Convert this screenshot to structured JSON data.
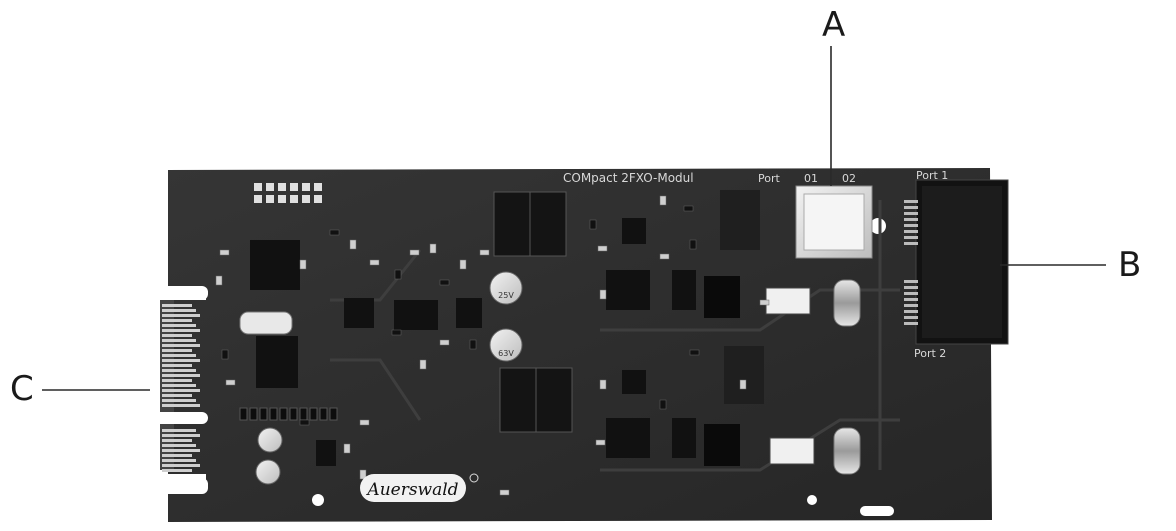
{
  "callouts": {
    "a": "A",
    "b": "B",
    "c": "C"
  },
  "board": {
    "title": "COMpact 2FXO-Modul",
    "port_label": "Port",
    "port_01": "01",
    "port_02": "02",
    "port_1": "Port 1",
    "port_2": "Port 2",
    "logo": "Auerswald",
    "cap_top": "25V",
    "cap_mid": "63V"
  },
  "colors": {
    "pcb": "#2b2b2b",
    "trace": "#3a3a3a",
    "component": "#111111",
    "silk": "#d8d8d8",
    "background": "#ffffff"
  }
}
